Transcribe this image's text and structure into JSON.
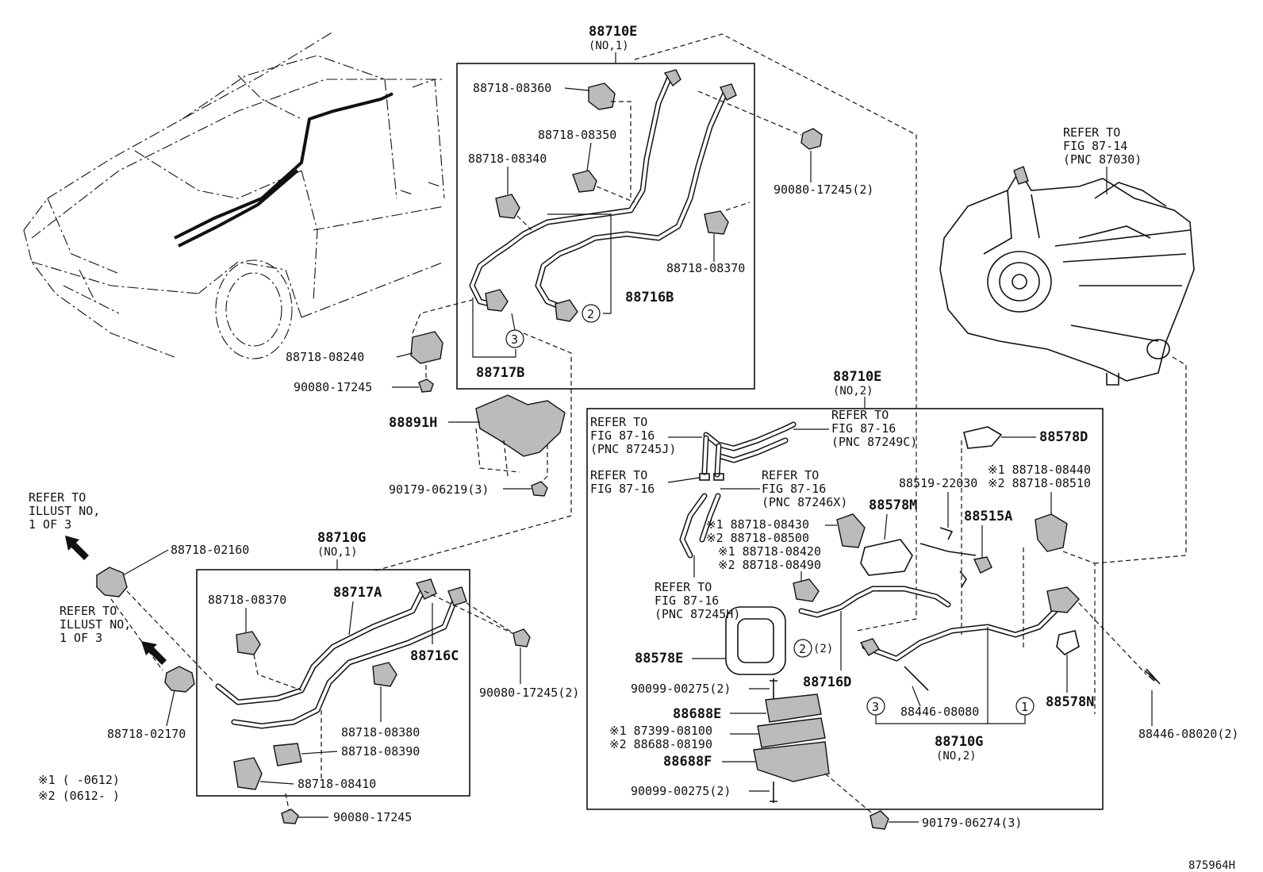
{
  "labels": {
    "p88710E_1": "88710E",
    "p88710E_1_sub": "(NO,1)",
    "p88718_08360": "88718-08360",
    "p88718_08350": "88718-08350",
    "p88718_08340": "88718-08340",
    "p88718_08370a": "88718-08370",
    "p90080_17245_2a": "90080-17245(2)",
    "p88716B": "88716B",
    "p88717B": "88717B",
    "p88718_08240": "88718-08240",
    "p90080_17245a": "90080-17245",
    "p88891H": "88891H",
    "p90179_06219_3": "90179-06219(3)",
    "refer_fig_87_14": [
      "REFER TO",
      "FIG 87-14",
      "(PNC 87030)"
    ],
    "refer_illust_1": [
      "REFER TO",
      "ILLUST NO,",
      "1 OF 3"
    ],
    "refer_illust_2": [
      "REFER TO",
      "ILLUST NO,",
      "1 OF 3"
    ],
    "p88718_02160": "88718-02160",
    "p88718_02170": "88718-02170",
    "p88710G_1": "88710G",
    "p88710G_1_sub": "(NO,1)",
    "p88718_08370b": "88718-08370",
    "p88717A": "88717A",
    "p88716C": "88716C",
    "p90080_17245_2b": "90080-17245(2)",
    "p88718_08380": "88718-08380",
    "p88718_08390": "88718-08390",
    "p88718_08410": "88718-08410",
    "p90080_17245b": "90080-17245",
    "note1": "※1 (     -0612)",
    "note2": "※2 (0612-     )",
    "p88710E_2": "88710E",
    "p88710E_2_sub": "(NO,2)",
    "refer_87_16_J": [
      "REFER TO",
      "FIG 87-16",
      "(PNC 87245J)"
    ],
    "refer_87_16_C": [
      "REFER TO",
      "FIG 87-16",
      "(PNC 87249C)"
    ],
    "refer_87_16_plain": [
      "REFER TO",
      "FIG 87-16"
    ],
    "refer_87_16_X": [
      "REFER TO",
      "FIG 87-16",
      "(PNC 87246X)"
    ],
    "refer_87_16_H": [
      "REFER TO",
      "FIG 87-16",
      "(PNC 87245H)"
    ],
    "p88578D": "88578D",
    "p88718_08440": "※1 88718-08440",
    "p88718_08510": "※2 88718-08510",
    "p88519_22030": "88519-22030",
    "p88578M": "88578M",
    "p88515A": "88515A",
    "p88718_08430": "※1 88718-08430",
    "p88718_08500": "※2 88718-08500",
    "p88718_08420": "※1 88718-08420",
    "p88718_08490": "※2 88718-08490",
    "p88578E": "88578E",
    "p90099_00275_2a": "90099-00275(2)",
    "p88716D": "88716D",
    "p2_note": "(2)",
    "p88446_08080": "88446-08080",
    "p88578N": "88578N",
    "p88446_08020_2": "88446-08020(2)",
    "p88688E": "88688E",
    "p87399_08100": "※1 87399-08100",
    "p88688_08190": "※2 88688-08190",
    "p88688F": "88688F",
    "p88710G_2": "88710G",
    "p88710G_2_sub": "(NO,2)",
    "p90099_00275_2b": "90099-00275(2)",
    "p90179_06274_3": "90179-06274(3)",
    "fig_code": "875964H"
  },
  "callouts": {
    "c1": "1",
    "c2a": "2",
    "c2b": "2",
    "c3a": "3",
    "c3b": "3"
  }
}
